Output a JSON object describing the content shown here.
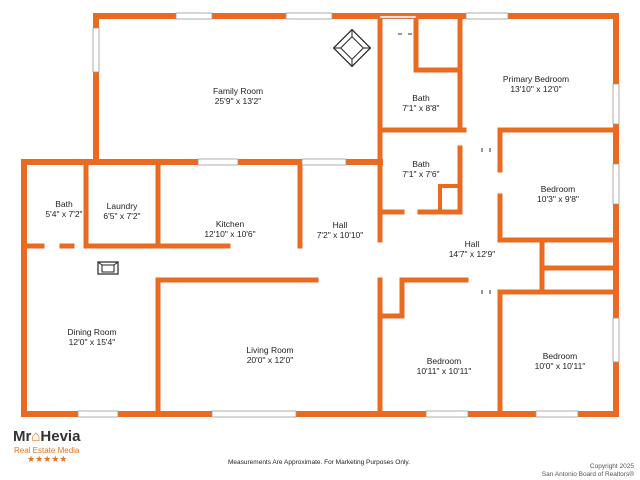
{
  "colors": {
    "wall": "#ea6a1f",
    "window": "#ffffff",
    "window_frame": "#9a9a9a",
    "text": "#222222",
    "accent": "#e8731e"
  },
  "rooms": [
    {
      "key": "family",
      "name": "Family Room",
      "dims": "25'9\" x 13'2\""
    },
    {
      "key": "primary",
      "name": "Primary Bedroom",
      "dims": "13'10\" x 12'0\""
    },
    {
      "key": "bath_top",
      "name": "Bath",
      "dims": "7'1\" x 8'8\""
    },
    {
      "key": "bath_mid",
      "name": "Bath",
      "dims": "7'1\" x 7'6\""
    },
    {
      "key": "bedroom_right",
      "name": "Bedroom",
      "dims": "10'3\" x 9'8\""
    },
    {
      "key": "bath_left",
      "name": "Bath",
      "dims": "5'4\" x 7'2\""
    },
    {
      "key": "laundry",
      "name": "Laundry",
      "dims": "6'5\" x 7'2\""
    },
    {
      "key": "kitchen",
      "name": "Kitchen",
      "dims": "12'10\" x 10'6\""
    },
    {
      "key": "hall_center",
      "name": "Hall",
      "dims": "7'2\" x 10'10\""
    },
    {
      "key": "hall_right",
      "name": "Hall",
      "dims": "14'7\" x 12'9\""
    },
    {
      "key": "dining",
      "name": "Dining Room",
      "dims": "12'0\" x 15'4\""
    },
    {
      "key": "living",
      "name": "Living Room",
      "dims": "20'0\" x 12'0\""
    },
    {
      "key": "bedroom_bottom_mid",
      "name": "Bedroom",
      "dims": "10'11\" x 10'11\""
    },
    {
      "key": "bedroom_bottom_right",
      "name": "Bedroom",
      "dims": "10'0\" x 10'11\""
    }
  ],
  "footer": {
    "disclaimer": "Measurements Are Approximate. For Marketing Purposes Only.",
    "copyright_line1": "Copyright 2025",
    "copyright_line2": "San Antonio Board of Realtors®"
  },
  "logo": {
    "name_part1": "Mr",
    "name_part2": "Hevia",
    "subtitle": "Real Estate Media",
    "stars": "★★★★★"
  }
}
